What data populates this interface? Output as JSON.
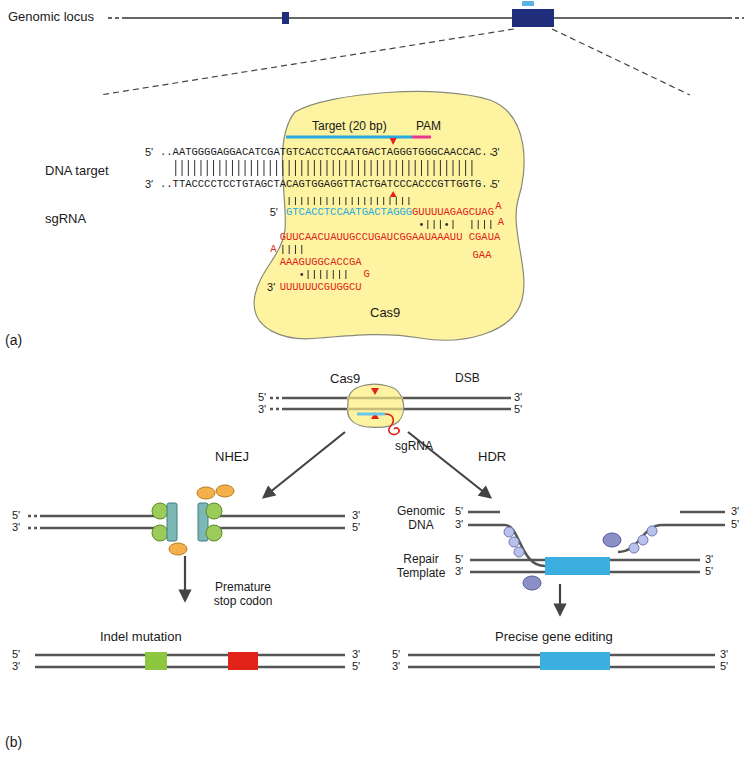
{
  "diagram": {
    "nodes": [
      {
        "text": [
          "Cas9"
        ]
      },
      {
        "text": [
          "Cas9"
        ]
      }
    ],
    "labels": [
      "Genomic locus",
      "Target (20 bp)",
      "PAM",
      "DNA target",
      "5'",
      "..AATGGGGAGGACATCGATGTCACCTCCAATGACTAGGGTGGGCAACCAC..",
      "3'",
      "3′",
      "..TTACCCCTCCTGTAGCTACAGTGGAGGTTACTGATCCCACCCGTTGGTG..",
      "5'",
      "sgRNA",
      "5'",
      "GTCACCTCCAATGACTAGGG",
      "GUUUUAGAGCUAG",
      "A",
      "A",
      "GUUCAACUAUUGCCUGAUCGGAAUAAAUU",
      "CGAUA",
      "GAA",
      "A",
      "AAAGUGGCACCGA",
      "G",
      "3'",
      "UUUUUUCGUGGCU",
      "(a)",
      "DSB",
      "5'",
      "3'",
      "3'",
      "5'",
      "sgRNA",
      "NHEJ",
      "HDR",
      "5'",
      "3'",
      "3'",
      "5'",
      "Premature stop codon",
      "Indel mutation",
      "5'",
      "3'",
      "3'",
      "5'",
      "Genomic DNA",
      "5'",
      "3'",
      "3'",
      "5'",
      "Repair Template",
      "5'",
      "3'",
      "3'",
      "5'",
      "Precise gene editing",
      "5'",
      "3'",
      "3'",
      "5'",
      "(b)"
    ]
  }
}
